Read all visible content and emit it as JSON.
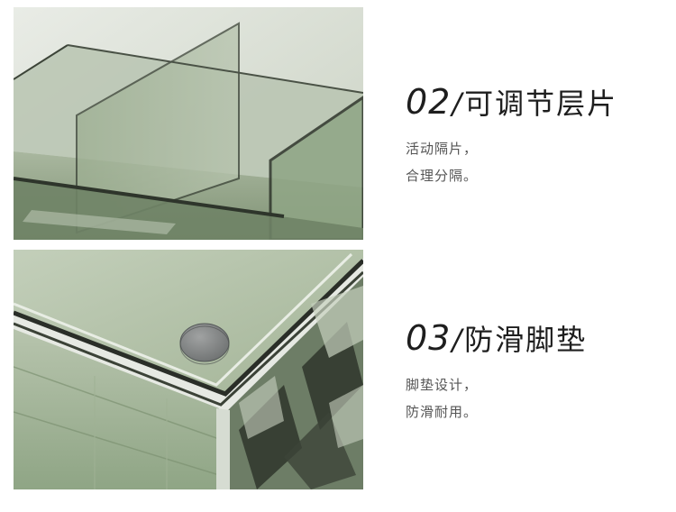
{
  "features": [
    {
      "number": "02",
      "slash": "/",
      "title": "可调节层片",
      "desc_line1": "活动隔片，",
      "desc_line2": "合理分隔。",
      "image": "adjustable-divider-photo"
    },
    {
      "number": "03",
      "slash": "/",
      "title": "防滑脚垫",
      "desc_line1": "脚垫设计，",
      "desc_line2": "防滑耐用。",
      "image": "anti-slip-pad-photo"
    }
  ],
  "colors": {
    "background": "#ffffff",
    "heading": "#1e1e1e",
    "body_text": "#555555",
    "acrylic_green": "#8fa585",
    "dark_edge": "#2a2e28"
  }
}
